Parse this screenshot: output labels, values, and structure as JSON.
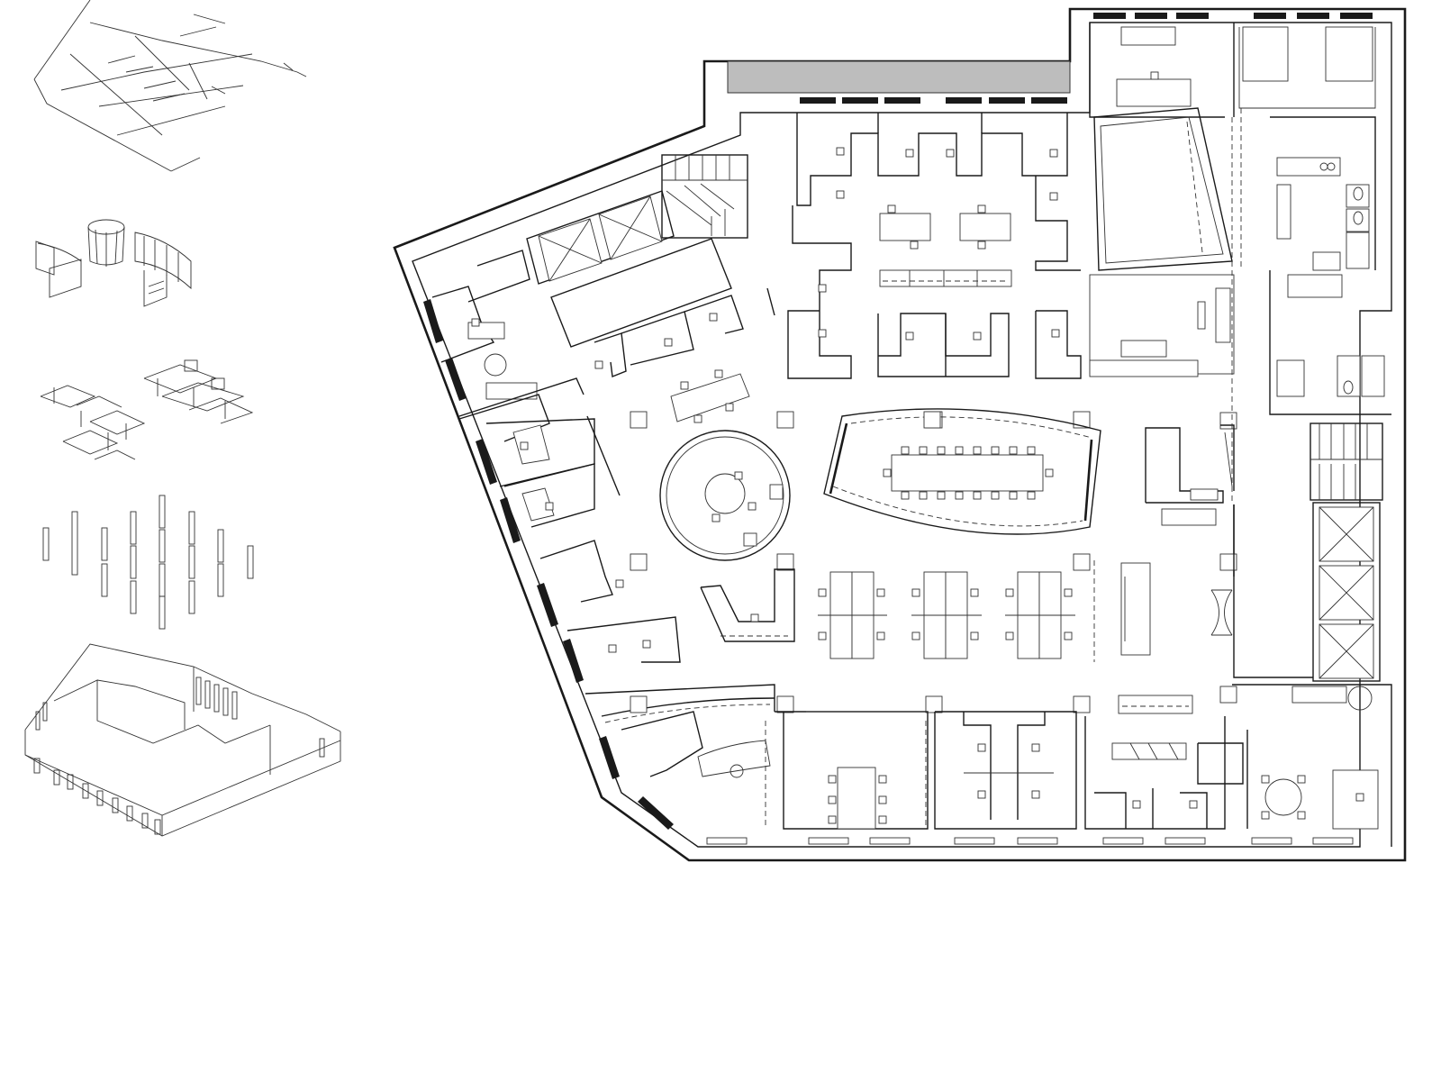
{
  "drawing": {
    "kind": "architectural office floor plan with isometric diagrams",
    "line_color": "#1a1a1a",
    "fill_color": "#ffffff",
    "accent_fill": "#bdbdbd"
  },
  "diagrams": [
    {
      "name": "isometric-partition-walls"
    },
    {
      "name": "isometric-curved-screens-and-round-room"
    },
    {
      "name": "isometric-workstation-clusters"
    },
    {
      "name": "isometric-column-grid"
    },
    {
      "name": "isometric-building-shell"
    }
  ]
}
